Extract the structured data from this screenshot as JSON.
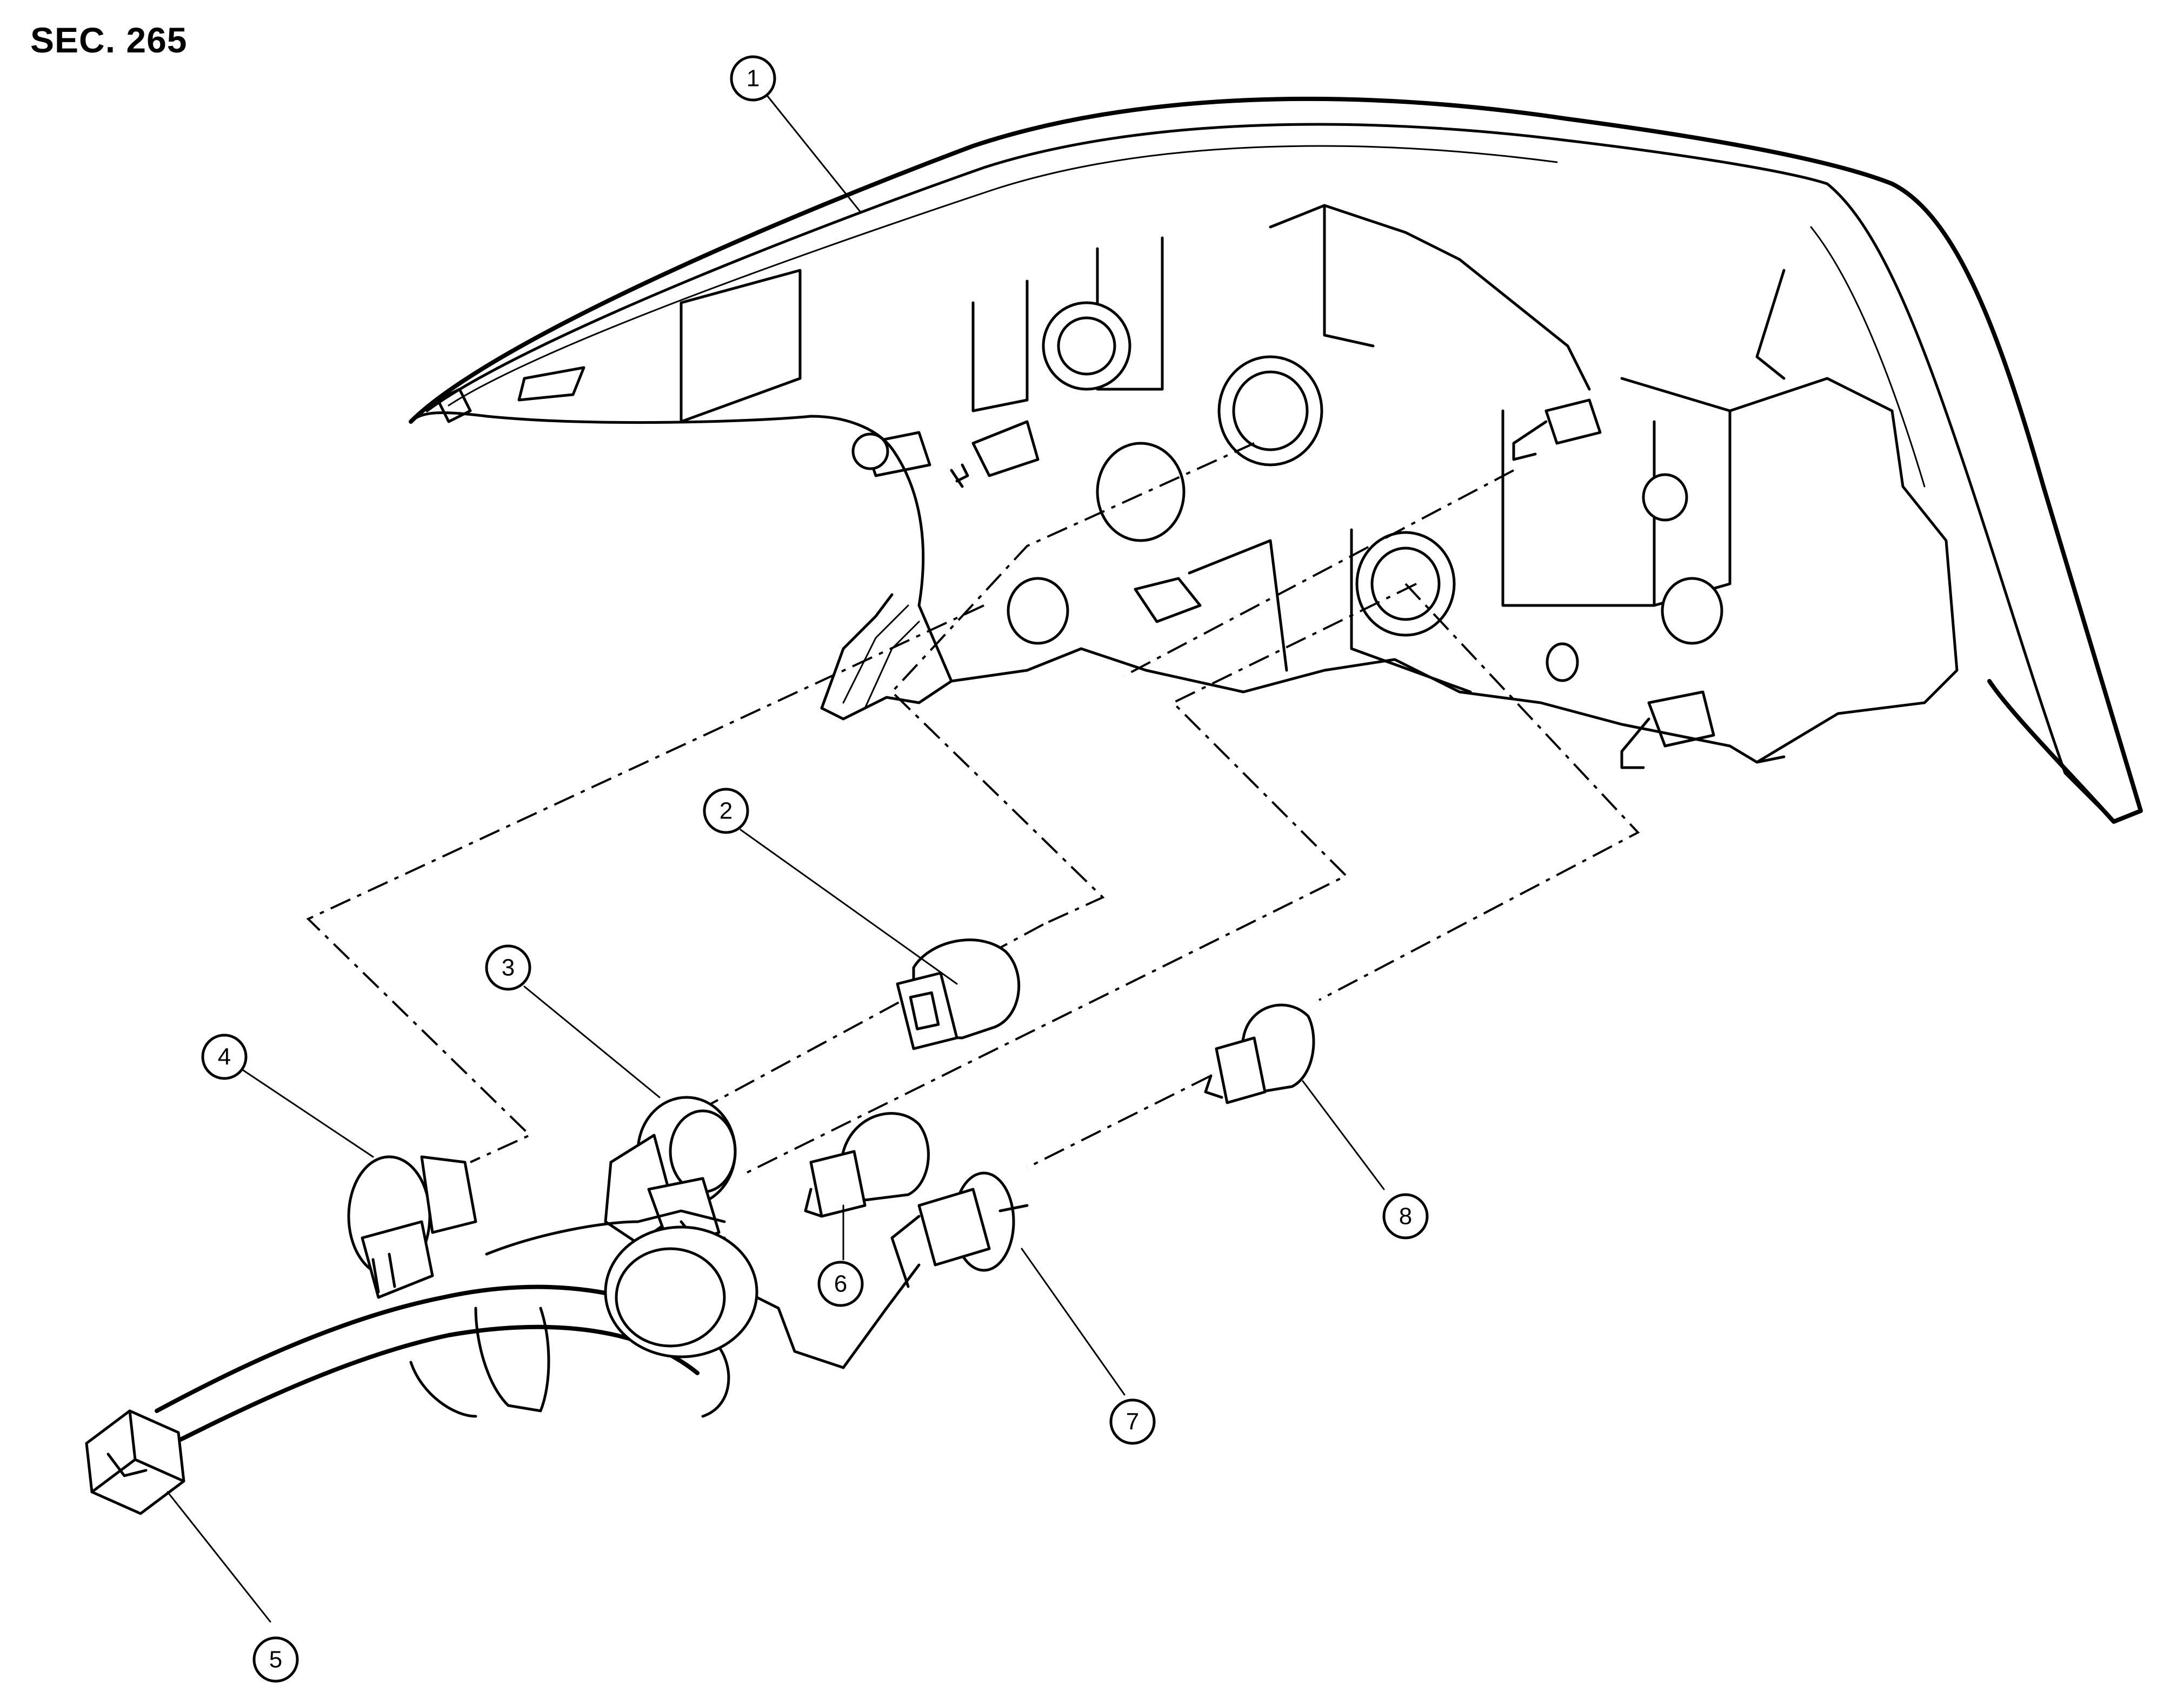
{
  "section_label": "SEC. 265",
  "callouts": [
    {
      "id": "1",
      "label": "1"
    },
    {
      "id": "2",
      "label": "2"
    },
    {
      "id": "3",
      "label": "3"
    },
    {
      "id": "4",
      "label": "4"
    },
    {
      "id": "5",
      "label": "5"
    },
    {
      "id": "6",
      "label": "6"
    },
    {
      "id": "7",
      "label": "7"
    },
    {
      "id": "8",
      "label": "8"
    }
  ]
}
